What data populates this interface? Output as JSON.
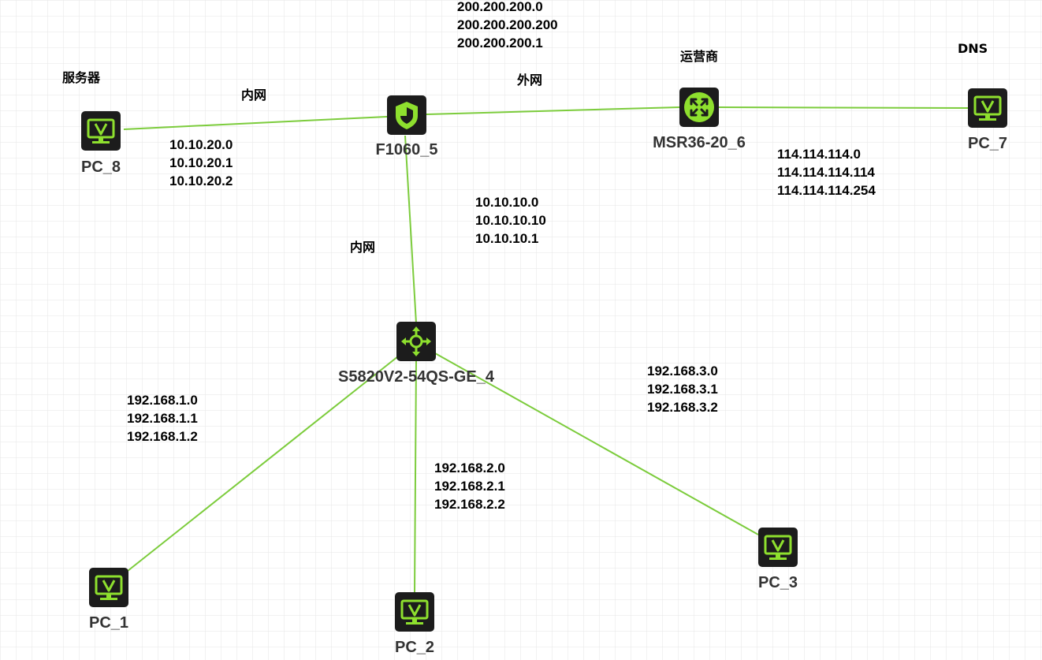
{
  "colors": {
    "link": "#7ccc3c",
    "icon_bg": "#1c1c1c",
    "icon_fg": "#8ee02e",
    "grid": "#e6e6e6",
    "label": "#333333"
  },
  "devices": [
    {
      "id": "firewall",
      "label": "F1060_5",
      "icon": "shield-icon"
    },
    {
      "id": "router",
      "label": "MSR36-20_6",
      "icon": "router-arrows-icon"
    },
    {
      "id": "switch",
      "label": "S5820V2-54QS-GE_4",
      "icon": "switch-arrows-icon"
    },
    {
      "id": "pc8",
      "label": "PC_8",
      "icon": "monitor-icon"
    },
    {
      "id": "pc7",
      "label": "PC_7",
      "icon": "monitor-icon"
    },
    {
      "id": "pc1",
      "label": "PC_1",
      "icon": "monitor-icon"
    },
    {
      "id": "pc2",
      "label": "PC_2",
      "icon": "monitor-icon"
    },
    {
      "id": "pc3",
      "label": "PC_3",
      "icon": "monitor-icon"
    }
  ],
  "links": [
    {
      "from": "pc8",
      "to": "firewall"
    },
    {
      "from": "firewall",
      "to": "router"
    },
    {
      "from": "router",
      "to": "pc7"
    },
    {
      "from": "firewall",
      "to": "switch"
    },
    {
      "from": "switch",
      "to": "pc1"
    },
    {
      "from": "switch",
      "to": "pc2"
    },
    {
      "from": "switch",
      "to": "pc3"
    }
  ],
  "notes": {
    "server": "服务器",
    "intranet_top": "内网",
    "extranet": "外网",
    "isp": "运营商",
    "dns": "DNS",
    "intranet_mid": "内网"
  },
  "ip_groups": {
    "wan": [
      "200.200.200.0",
      "200.200.200.200",
      "200.200.200.1"
    ],
    "server_net": [
      "10.10.20.0",
      "10.10.20.1",
      "10.10.20.2"
    ],
    "dns_net": [
      "114.114.114.0",
      "114.114.114.114",
      "114.114.114.254"
    ],
    "core_net": [
      "10.10.10.0",
      "10.10.10.10",
      "10.10.10.1"
    ],
    "vlan1": [
      "192.168.1.0",
      "192.168.1.1",
      "192.168.1.2"
    ],
    "vlan2": [
      "192.168.2.0",
      "192.168.2.1",
      "192.168.2.2"
    ],
    "vlan3": [
      "192.168.3.0",
      "192.168.3.1",
      "192.168.3.2"
    ]
  }
}
